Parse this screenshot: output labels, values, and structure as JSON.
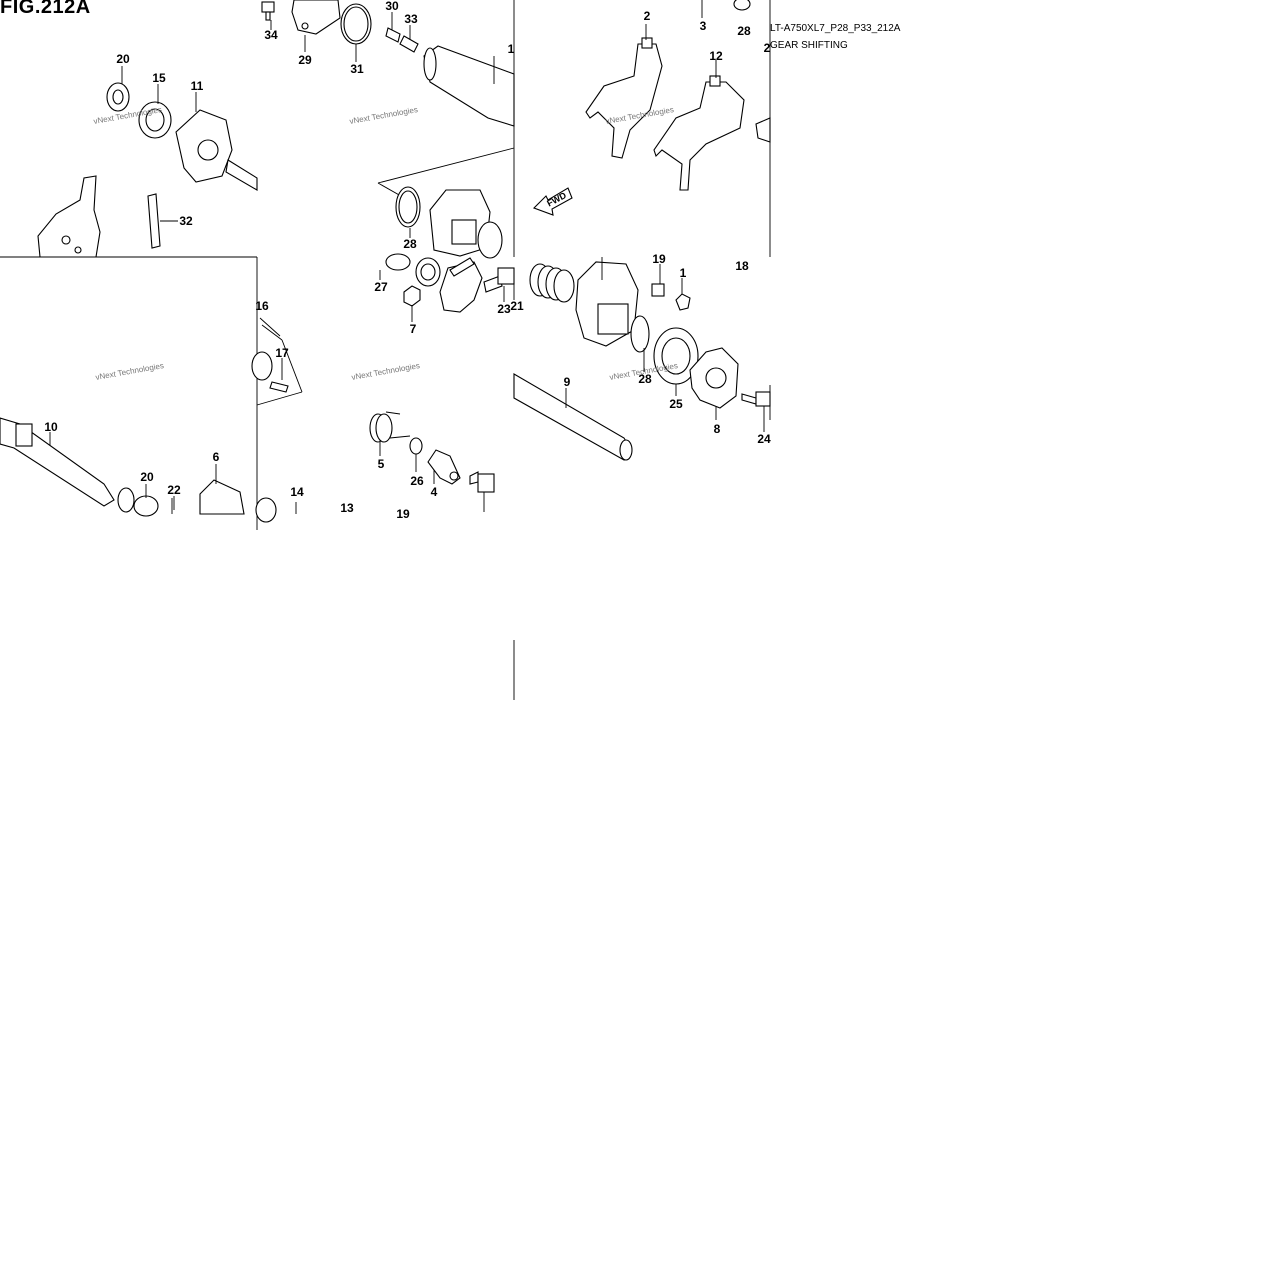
{
  "figure": {
    "title": "FIG.212A",
    "code": "LT-A750XL7_P28_P33_212A",
    "name": "GEAR SHIFTING"
  },
  "direction_label": "FWD",
  "watermark": "vNext Technologies",
  "callouts": {
    "c34": "34",
    "c29": "29",
    "c30": "30",
    "c33": "33",
    "c31": "31",
    "c1a": "1",
    "c2a": "2",
    "c3": "3",
    "c28a": "28",
    "c2b": "2",
    "c12": "12",
    "c20a": "20",
    "c15": "15",
    "c11": "11",
    "c32": "32",
    "c28b": "28",
    "c27": "27",
    "c7": "7",
    "c23": "23",
    "c21": "21",
    "c19a": "19",
    "c1b": "1",
    "c18": "18",
    "c16": "16",
    "c17": "17",
    "c9": "9",
    "c28c": "28",
    "c25": "25",
    "c8": "8",
    "c24": "24",
    "c10": "10",
    "c20b": "20",
    "c22": "22",
    "c6": "6",
    "c14": "14",
    "c13": "13",
    "c19b": "19",
    "c5": "5",
    "c26": "26",
    "c4": "4"
  }
}
